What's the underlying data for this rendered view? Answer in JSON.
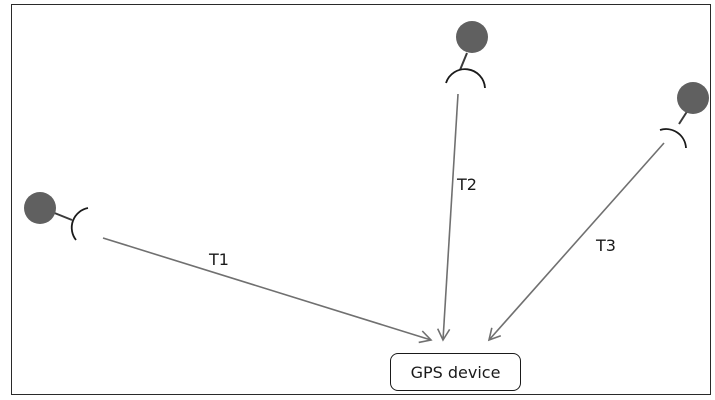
{
  "device": {
    "label": "GPS device"
  },
  "signals": [
    {
      "label": "T1"
    },
    {
      "label": "T2"
    },
    {
      "label": "T3"
    }
  ],
  "colors": {
    "satellite_fill": "#606060",
    "arrow_stroke": "#707070",
    "outline": "#1a1a1a"
  }
}
